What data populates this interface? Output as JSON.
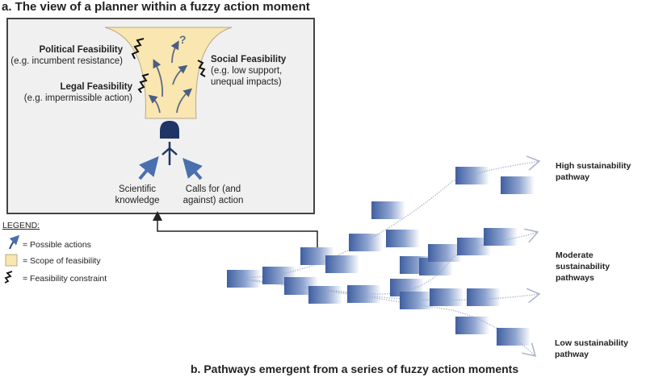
{
  "panel_a": {
    "title": "a. The view of a planner within a fuzzy action moment",
    "question_mark": "?",
    "political": {
      "title": "Political Feasibility",
      "example": "(e.g. incumbent resistance)"
    },
    "legal": {
      "title": "Legal Feasibility",
      "example": "(e.g. impermissible action)"
    },
    "social": {
      "title": "Social Feasibility",
      "example_1": "(e.g. low support,",
      "example_2": "unequal impacts)"
    },
    "input_left": {
      "line1": "Scientific",
      "line2": "knowledge"
    },
    "input_right": {
      "line1": "Calls for (and",
      "line2": "against) action"
    }
  },
  "legend": {
    "heading": "LEGEND:",
    "items": [
      {
        "icon": "arrow-icon",
        "label": "= Possible actions"
      },
      {
        "icon": "yellow-square-icon",
        "label": "= Scope of feasibility"
      },
      {
        "icon": "zigzag-icon",
        "label": "= Feasibility constraint"
      }
    ]
  },
  "panel_b": {
    "title": "b. Pathways emergent from a series of fuzzy action moments",
    "high": {
      "line1": "High sustainability",
      "line2": "pathway"
    },
    "moderate": {
      "line1": "Moderate",
      "line2": "sustainability",
      "line3": "pathways"
    },
    "low": {
      "line1": "Low sustainability",
      "line2": "pathway"
    }
  },
  "colors": {
    "funnel": "#f9e6b0",
    "planner": "#1f3566",
    "arrow": "#4a6fae",
    "box": "#3f5fa0"
  }
}
